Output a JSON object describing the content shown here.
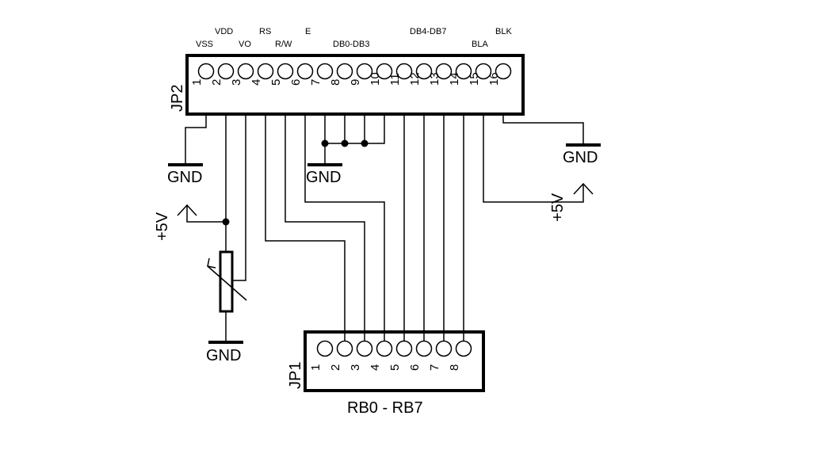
{
  "connectors": {
    "jp2": {
      "name": "JP2",
      "pins": [
        "1",
        "2",
        "3",
        "4",
        "5",
        "6",
        "7",
        "8",
        "9",
        "10",
        "11",
        "12",
        "13",
        "14",
        "15",
        "16"
      ],
      "signals": {
        "vss": "VSS",
        "vdd": "VDD",
        "vo": "VO",
        "rs": "RS",
        "rw": "R/W",
        "e": "E",
        "db0_db3": "DB0-DB3",
        "db4_db7": "DB4-DB7",
        "bla": "BLA",
        "blk": "BLK"
      }
    },
    "jp1": {
      "name": "JP1",
      "pins": [
        "1",
        "2",
        "3",
        "4",
        "5",
        "6",
        "7",
        "8"
      ],
      "caption": "RB0 - RB7"
    }
  },
  "power": {
    "gnd": "GND",
    "vcc": "+5V"
  }
}
